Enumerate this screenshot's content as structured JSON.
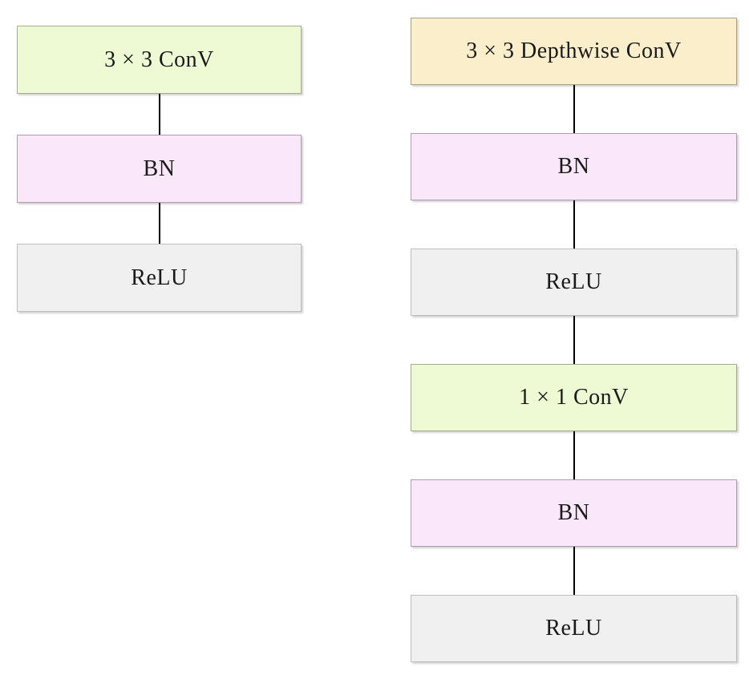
{
  "diagram": {
    "title": "convolution-block-comparison",
    "background": "#ffffff",
    "text_color": "#1a1a1a",
    "connector_color": "#000000",
    "node_types": {
      "conv": {
        "fill": "#eefad4",
        "border": "#a3ac8f"
      },
      "depthwise_conv": {
        "fill": "#fbeeca",
        "border": "#aaa184"
      },
      "bn": {
        "fill": "#fbe7fa",
        "border": "#af9dad"
      },
      "relu": {
        "fill": "#f0f0f0",
        "border": "#bdbdbd"
      }
    },
    "columns": [
      {
        "id": "standard-conv-block",
        "nodes": [
          {
            "label": "3 × 3 ConV",
            "type": "conv"
          },
          {
            "label": "BN",
            "type": "bn"
          },
          {
            "label": "ReLU",
            "type": "relu"
          }
        ]
      },
      {
        "id": "depthwise-separable-conv-block",
        "nodes": [
          {
            "label": "3 × 3 Depthwise ConV",
            "type": "depthwise_conv"
          },
          {
            "label": "BN",
            "type": "bn"
          },
          {
            "label": "ReLU",
            "type": "relu"
          },
          {
            "label": "1 × 1 ConV",
            "type": "conv"
          },
          {
            "label": "BN",
            "type": "bn"
          },
          {
            "label": "ReLU",
            "type": "relu"
          }
        ]
      }
    ]
  }
}
